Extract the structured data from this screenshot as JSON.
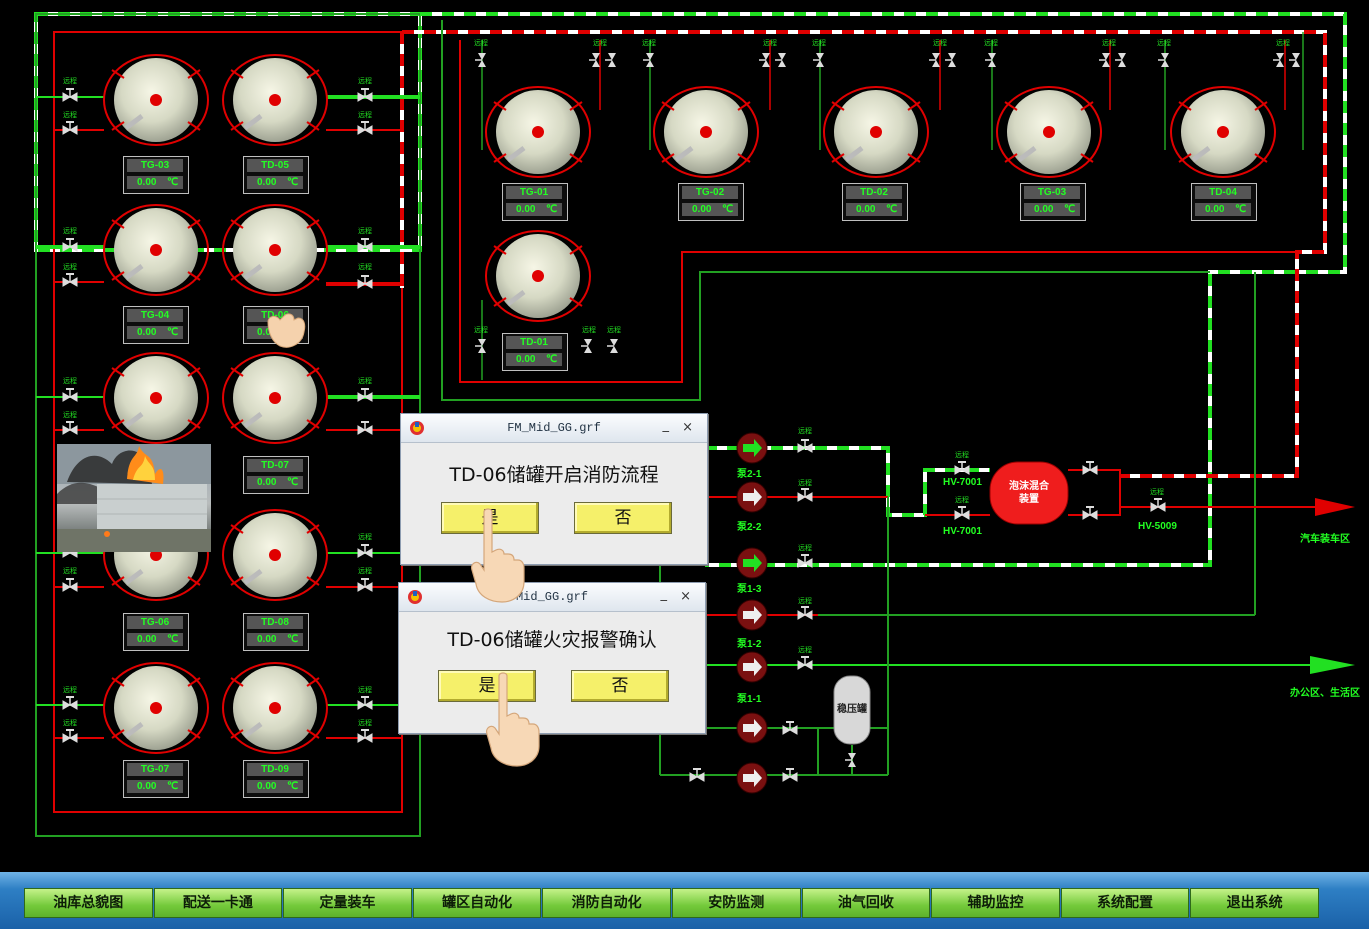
{
  "tanks_left": [
    {
      "name": "TG-03",
      "value": "0.00",
      "unit": "℃"
    },
    {
      "name": "TD-05",
      "value": "0.00",
      "unit": "℃"
    },
    {
      "name": "TG-04",
      "value": "0.00",
      "unit": "℃"
    },
    {
      "name": "TD-06",
      "value": "0.00",
      "unit": "℃"
    },
    {
      "name": "TD-07",
      "value": "0.00",
      "unit": "℃"
    },
    {
      "name": "TG-06",
      "value": "0.00",
      "unit": "℃"
    },
    {
      "name": "TD-08",
      "value": "0.00",
      "unit": "℃"
    },
    {
      "name": "TG-07",
      "value": "0.00",
      "unit": "℃"
    },
    {
      "name": "TD-09",
      "value": "0.00",
      "unit": "℃"
    }
  ],
  "tanks_right": [
    {
      "name": "TG-01",
      "value": "0.00",
      "unit": "℃"
    },
    {
      "name": "TG-02",
      "value": "0.00",
      "unit": "℃"
    },
    {
      "name": "TD-02",
      "value": "0.00",
      "unit": "℃"
    },
    {
      "name": "TG-03",
      "value": "0.00",
      "unit": "℃"
    },
    {
      "name": "TD-04",
      "value": "0.00",
      "unit": "℃"
    },
    {
      "name": "TD-01",
      "value": "0.00",
      "unit": "℃"
    }
  ],
  "valve_tag": "远程",
  "pumps": [
    "泵2-1",
    "泵2-2",
    "泵1-3",
    "泵1-2",
    "泵1-1"
  ],
  "valves": {
    "hv7001_top": "HV-7001",
    "hv7001_bottom": "HV-7001",
    "hv5009": "HV-5009"
  },
  "foam_mixer": "泡沫混合装置",
  "pressure_tank": "稳压罐",
  "outlet_truck": "汽车装车区",
  "outlet_office": "办公区、生活区",
  "dialog1": {
    "title": "FM_Mid_GG.grf",
    "message": "TD-06储罐开启消防流程",
    "yes": "是",
    "no": "否",
    "min": "_",
    "close": "×"
  },
  "dialog2": {
    "title": "Mid_GG.grf",
    "message": "TD-06储罐火灾报警确认",
    "yes": "是",
    "no": "否",
    "min": "_",
    "close": "×"
  },
  "nav": [
    "油库总貌图",
    "配送一卡通",
    "定量装车",
    "罐区自动化",
    "消防自动化",
    "安防监测",
    "油气回收",
    "辅助监控",
    "系统配置",
    "退出系统"
  ],
  "colors": {
    "pipe_green": "#22e022",
    "pipe_red": "#e00000",
    "dialog_button": "#f5f06a",
    "nav_button": "#73c93a"
  }
}
